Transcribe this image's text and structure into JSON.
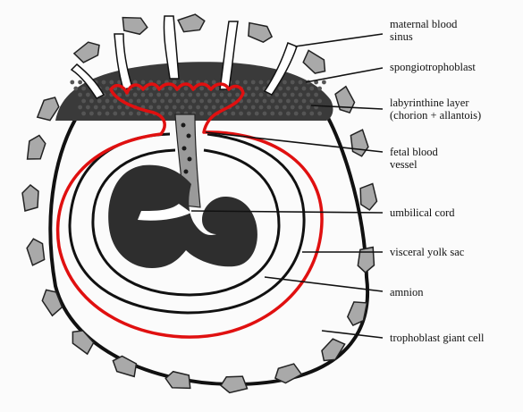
{
  "colors": {
    "outline": "#111111",
    "giant_cell_fill": "#a9a9a9",
    "spongio_fill": "#3a3a3a",
    "embryo_fill": "#2e2e2e",
    "cord_fill": "#9a9a9a",
    "annotation_red": "#e01010"
  },
  "labels": {
    "maternal_blood_sinus": [
      "maternal blood",
      "sinus"
    ],
    "spongiotrophoblast": [
      "spongiotrophoblast"
    ],
    "labyrinthine_layer": [
      "labyrinthine layer",
      "(chorion + allantois)"
    ],
    "fetal_blood_vessel": [
      "fetal blood",
      "vessel"
    ],
    "umbilical_cord": [
      "umbilical cord"
    ],
    "visceral_yolk_sac": [
      "visceral yolk sac"
    ],
    "amnion": [
      "amnion"
    ],
    "trophoblast_giant_cell": [
      "trophoblast giant cell"
    ]
  }
}
